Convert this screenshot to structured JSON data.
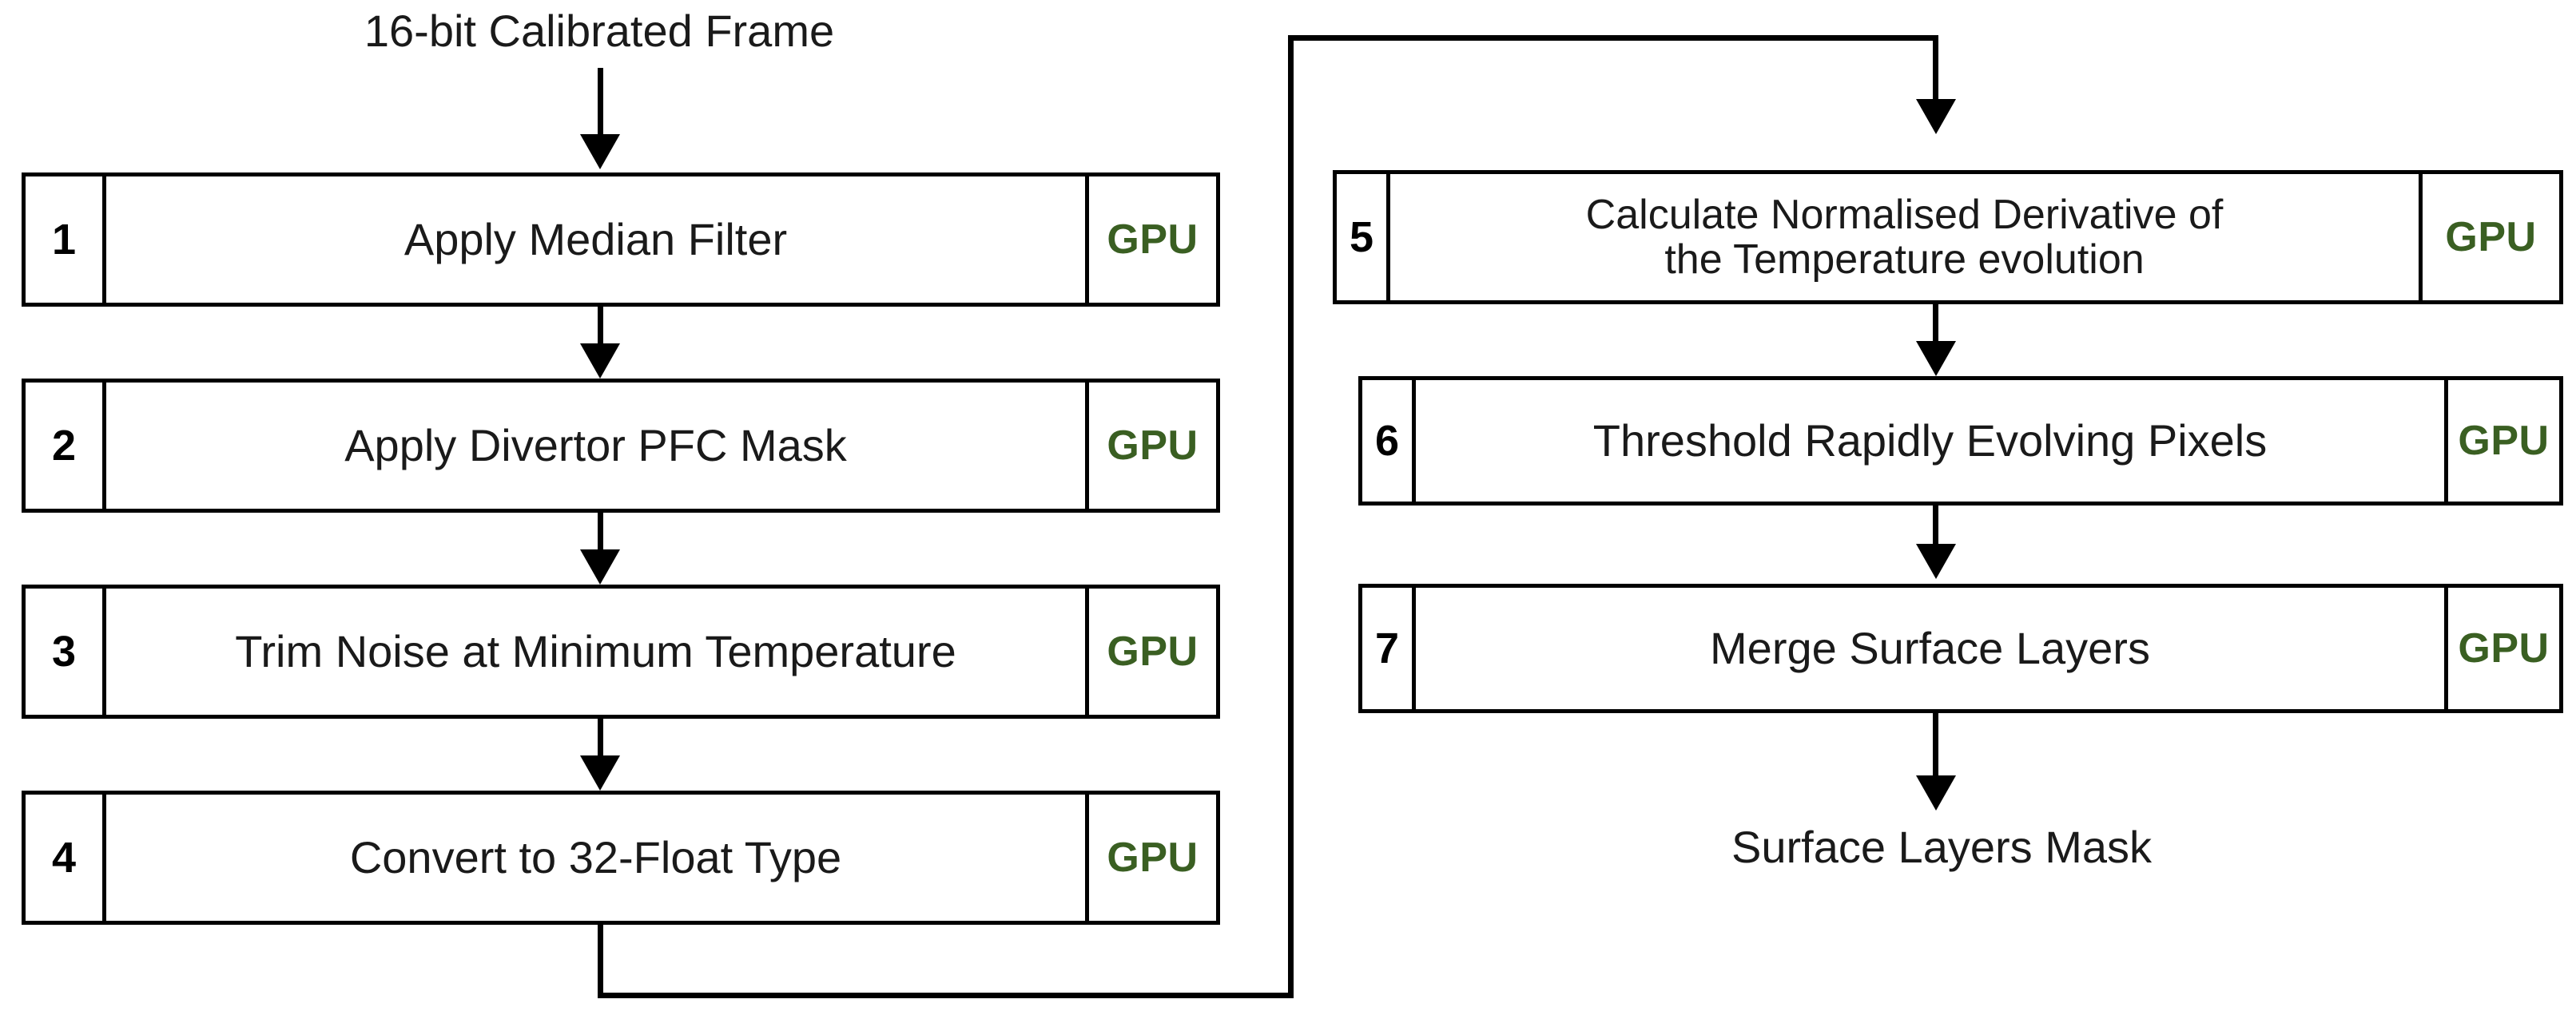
{
  "diagram": {
    "title_input": "16-bit Calibrated Frame",
    "title_output": "Surface Layers Mask",
    "accent_tag_color": "#3a5f22",
    "line_color": "#000000",
    "background_color": "#ffffff",
    "tag_text": "GPU"
  },
  "steps": [
    {
      "number": "1",
      "label": "Apply Median Filter",
      "tag": "GPU",
      "column": "left"
    },
    {
      "number": "2",
      "label": "Apply Divertor PFC Mask",
      "tag": "GPU",
      "column": "left"
    },
    {
      "number": "3",
      "label": "Trim Noise at Minimum Temperature",
      "tag": "GPU",
      "column": "left"
    },
    {
      "number": "4",
      "label": "Convert to 32-Float Type",
      "tag": "GPU",
      "column": "left"
    },
    {
      "number": "5",
      "label_line1": "Calculate Normalised Derivative of",
      "label_line2": "the Temperature evolution",
      "tag": "GPU",
      "column": "right"
    },
    {
      "number": "6",
      "label": "Threshold Rapidly Evolving Pixels",
      "tag": "GPU",
      "column": "right"
    },
    {
      "number": "7",
      "label": "Merge Surface Layers",
      "tag": "GPU",
      "column": "right"
    }
  ],
  "connectors": {
    "input_arrow": "arrow-down",
    "step1_to_2": "arrow-down",
    "step2_to_3": "arrow-down",
    "step3_to_4": "arrow-down",
    "step4_to_5": "feedback-route-right-up",
    "step5_to_6": "arrow-down",
    "step6_to_7": "arrow-down",
    "step7_to_output": "arrow-down"
  }
}
